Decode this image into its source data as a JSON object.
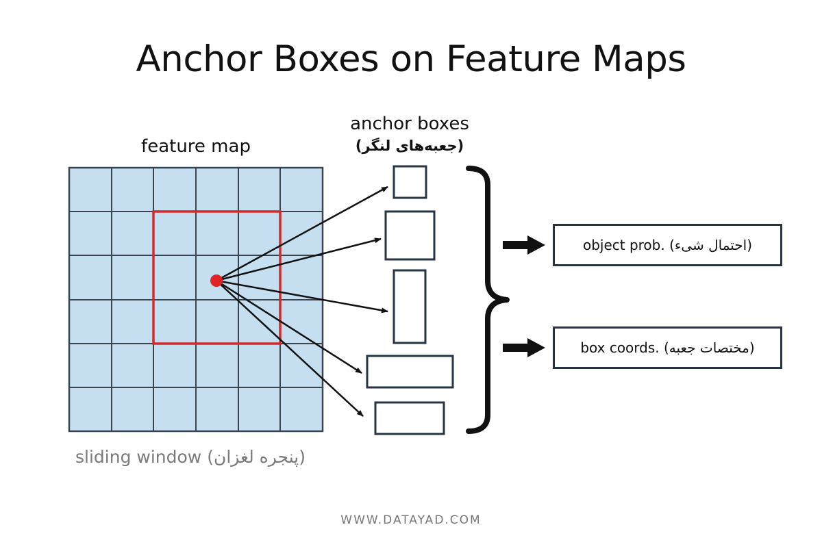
{
  "title": "Anchor Boxes on Feature Maps",
  "feature_map": {
    "label": "feature map",
    "rows": 6,
    "cols": 6,
    "cell_color": "#c5dff0",
    "grid_line_color": "#3a4450",
    "window_color": "#d42a2a",
    "center_dot_color": "#e02424"
  },
  "anchor_boxes": {
    "label": "anchor boxes",
    "sublabel": "(جعبه‌های لنگر)",
    "count": 5,
    "border_color": "#263444"
  },
  "sliding_window": {
    "label": "sliding window (پنجره لغزان)"
  },
  "outputs": [
    {
      "text": "object prob. (احتمال شیء)"
    },
    {
      "text": "box coords. (مختصات جعبه)"
    }
  ],
  "footer": "WWW.DATAYAD.COM"
}
